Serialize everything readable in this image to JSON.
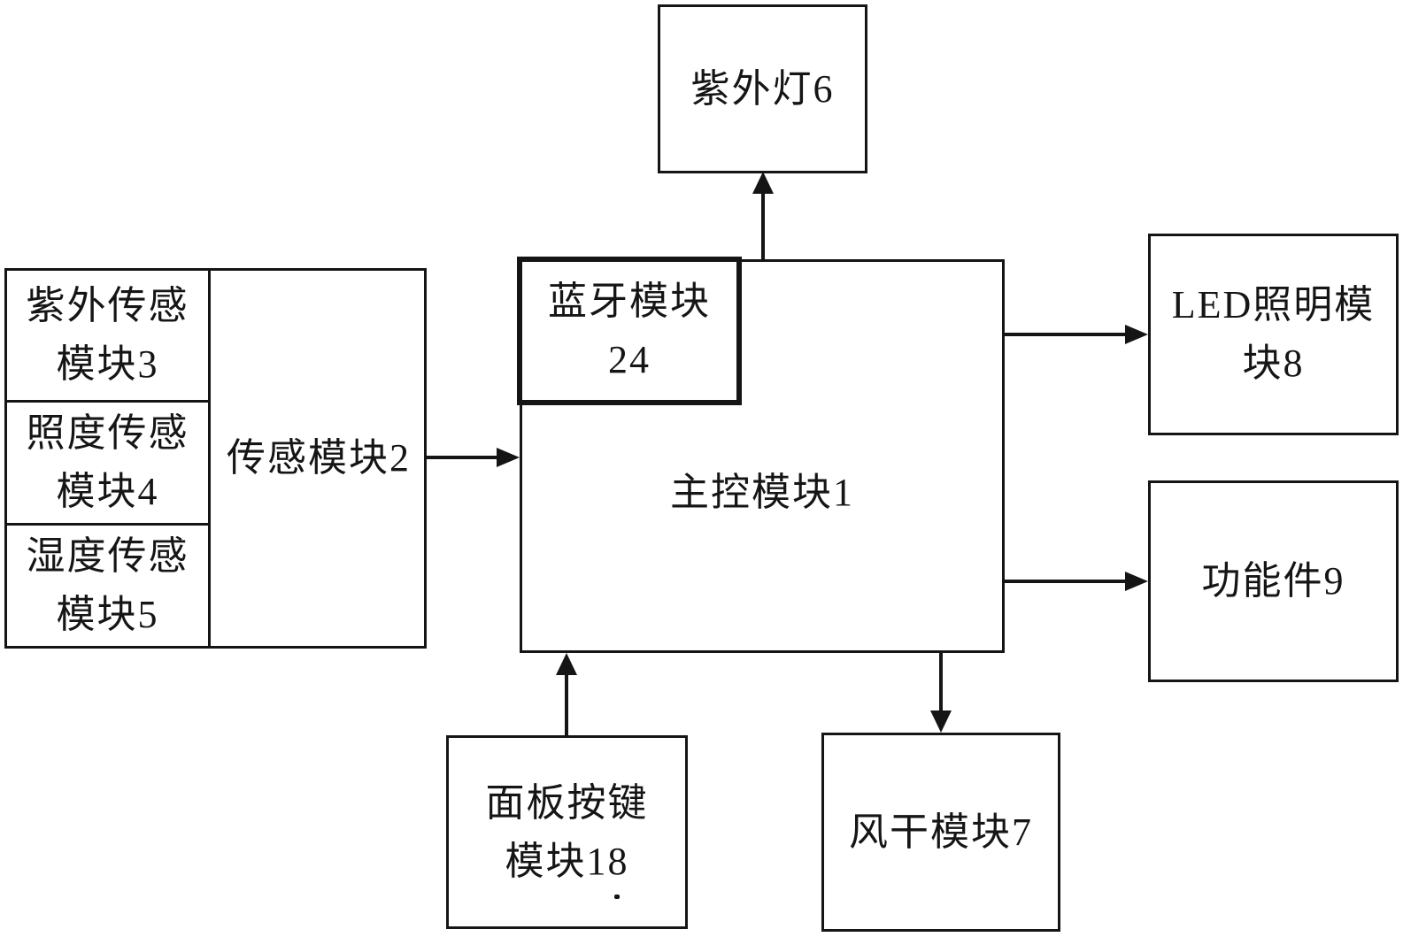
{
  "figure": {
    "type": "block-diagram",
    "description_visible": false
  },
  "colors": {
    "ink": "#151515",
    "background": "#ffffff"
  },
  "nodes": {
    "uv_lamp": {
      "id": "6",
      "lines": [
        "紫外灯6"
      ]
    },
    "sensor_uv": {
      "id": "3",
      "lines": [
        "紫外传感",
        "模块3"
      ]
    },
    "sensor_illuminance": {
      "id": "4",
      "lines": [
        "照度传感",
        "模块4"
      ]
    },
    "sensor_humidity": {
      "id": "5",
      "lines": [
        "湿度传感",
        "模块5"
      ]
    },
    "sensor_module": {
      "id": "2",
      "lines": [
        "传感模块2"
      ]
    },
    "bluetooth": {
      "id": "24",
      "lines": [
        "蓝牙模块",
        "24"
      ]
    },
    "main_control": {
      "id": "1",
      "lines": [
        "主控模块1"
      ]
    },
    "led_lighting": {
      "id": "8",
      "lines": [
        "LED照明模",
        "块8"
      ]
    },
    "functional_part": {
      "id": "9",
      "lines": [
        "功能件9"
      ]
    },
    "panel_buttons": {
      "id": "18",
      "lines": [
        "面板按键",
        "模块18"
      ]
    },
    "air_dry": {
      "id": "7",
      "lines": [
        "风干模块7"
      ]
    }
  },
  "connections": [
    {
      "from": "sensor_module",
      "to": "main_control",
      "direction": "right"
    },
    {
      "from": "main_control",
      "to": "uv_lamp",
      "direction": "up"
    },
    {
      "from": "main_control",
      "to": "led_lighting",
      "direction": "right"
    },
    {
      "from": "main_control",
      "to": "functional_part",
      "direction": "right"
    },
    {
      "from": "panel_buttons",
      "to": "main_control",
      "direction": "up"
    },
    {
      "from": "main_control",
      "to": "air_dry",
      "direction": "down"
    }
  ]
}
